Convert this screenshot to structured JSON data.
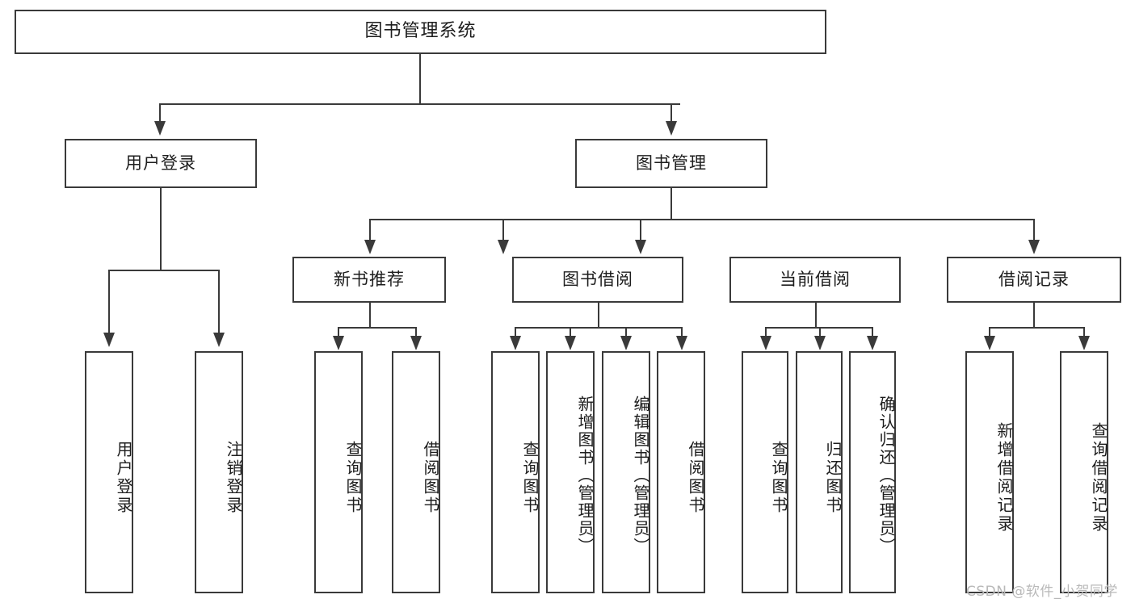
{
  "diagram": {
    "title": "图书管理系统",
    "type": "tree-hierarchy-chart",
    "root": {
      "label": "图书管理系统"
    },
    "level2": [
      {
        "label": "用户登录"
      },
      {
        "label": "图书管理"
      }
    ],
    "level3": [
      {
        "label": "新书推荐"
      },
      {
        "label": "图书借阅"
      },
      {
        "label": "当前借阅"
      },
      {
        "label": "借阅记录"
      }
    ],
    "leaves": {
      "user_login": [
        {
          "label": "用户登录"
        },
        {
          "label": "注销登录"
        }
      ],
      "new_book_recommend": [
        {
          "label": "查询图书"
        },
        {
          "label": "借阅图书"
        }
      ],
      "book_borrow": [
        {
          "label": "查询图书"
        },
        {
          "label": "新增图书（管理员）"
        },
        {
          "label": "编辑图书（管理员）"
        },
        {
          "label": "借阅图书"
        }
      ],
      "current_borrow": [
        {
          "label": "查询图书"
        },
        {
          "label": "归还图书"
        },
        {
          "label": "确认归还（管理员）"
        }
      ],
      "borrow_record": [
        {
          "label": "新增借阅记录"
        },
        {
          "label": "查询借阅记录"
        }
      ]
    }
  },
  "watermark": {
    "text": "CSDN @软件_小贺同学"
  },
  "colors": {
    "stroke": "#3a3a3a",
    "background": "#ffffff",
    "text": "#1d1d1d",
    "watermark": "#b9b9b9"
  }
}
